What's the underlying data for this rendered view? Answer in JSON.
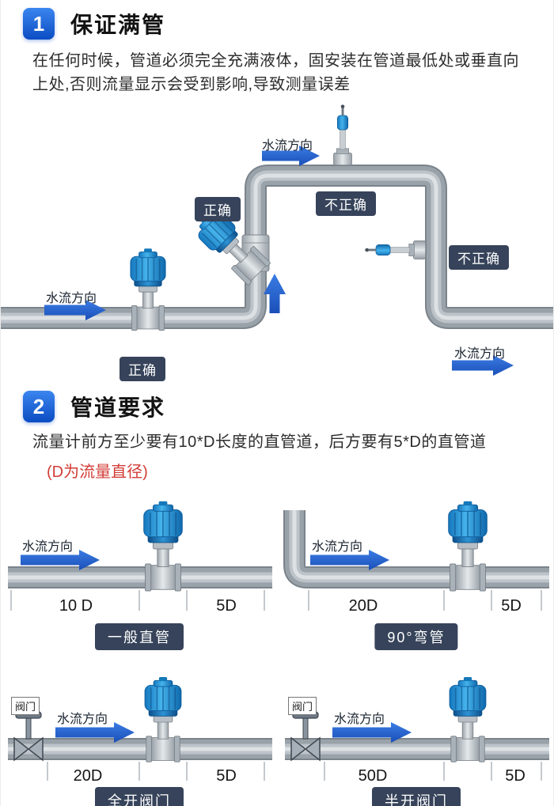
{
  "section1": {
    "number": "1",
    "title": "保证满管",
    "description": "在任何时候，管道必须完全充满液体，固安装在管道最低处或垂直向上处,否则流量显示会受到影响,导致测量误差",
    "diagram": {
      "flow_top": "水流方向",
      "flow_left": "水流方向",
      "flow_bottom_right": "水流方向",
      "incorrect_top": "不正确",
      "incorrect_right": "不正确",
      "correct_mid": "正确",
      "correct_bottom": "正确"
    }
  },
  "section2": {
    "number": "2",
    "title": "管道要求",
    "description": "流量计前方至少要有10*D长度的直管道，后方要有5*D的直管道",
    "note": "(D为流量直径)",
    "diagrams": [
      {
        "flow": "水流方向",
        "upstream": "10 D",
        "downstream": "5D",
        "caption": "一般直管"
      },
      {
        "flow": "水流方向",
        "upstream": "20D",
        "downstream": "5D",
        "caption": "90°弯管"
      },
      {
        "flow": "水流方向",
        "upstream": "20D",
        "downstream": "5D",
        "caption": "全开阀门",
        "valve_label": "阀门"
      },
      {
        "flow": "水流方向",
        "upstream": "50D",
        "downstream": "5D",
        "caption": "半开阀门",
        "valve_label": "阀门"
      }
    ]
  },
  "colors": {
    "accent_blue": "#1a66d9",
    "badge_dark": "#36435a",
    "note_red": "#d23c36",
    "pipe_gray": "#9aa2a9",
    "meter_blue": "#2b9fe0"
  }
}
